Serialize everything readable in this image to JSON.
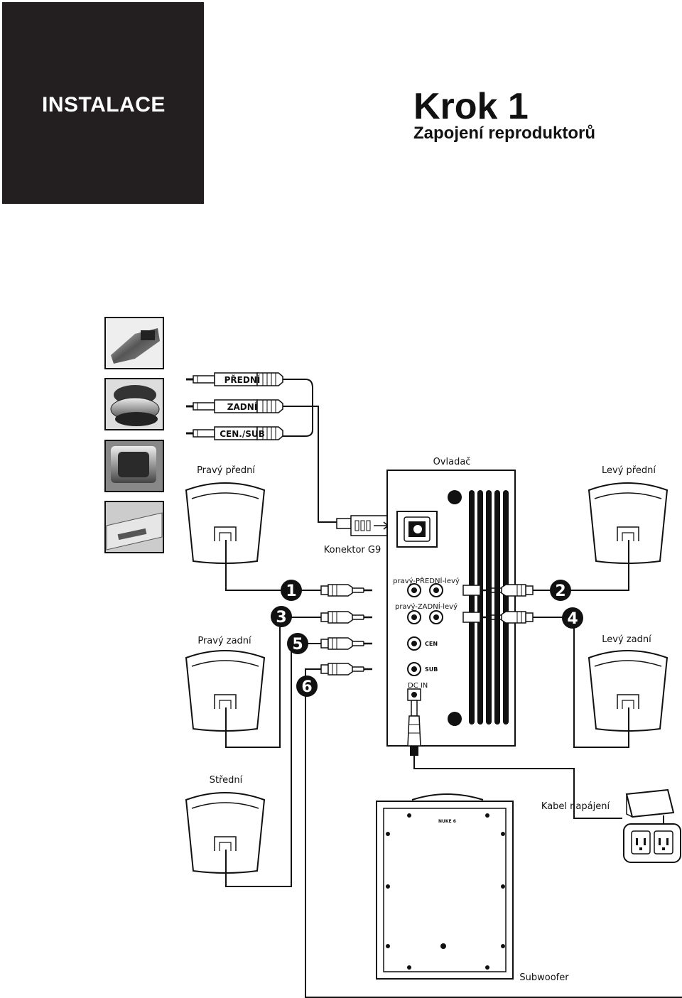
{
  "header": {
    "section": "INSTALACE",
    "step_title": "Krok 1",
    "step_subtitle": "Zapojení reproduktorů"
  },
  "plugs": {
    "front": "PŘEDNÍ",
    "rear": "ZADNÍ",
    "censub": "CEN./SUB"
  },
  "labels": {
    "controller": "Ovladač",
    "connector": "Konektor G9",
    "front_right": "Pravý přední",
    "front_left": "Levý přední",
    "rear_right": "Pravý zadní",
    "rear_left": "Levý zadní",
    "center": "Střední",
    "power_cable": "Kabel napájení",
    "subwoofer": "Subwoofer"
  },
  "jacks": {
    "front": "pravý-PŘEDNÍ-levý",
    "rear": "pravý-ZADNÍ-levý",
    "cen": "CEN",
    "sub": "SUB",
    "dc_in": "DC IN"
  },
  "step_numbers": [
    "1",
    "2",
    "3",
    "4",
    "5",
    "6"
  ],
  "sub_badge": "NUKE 6"
}
